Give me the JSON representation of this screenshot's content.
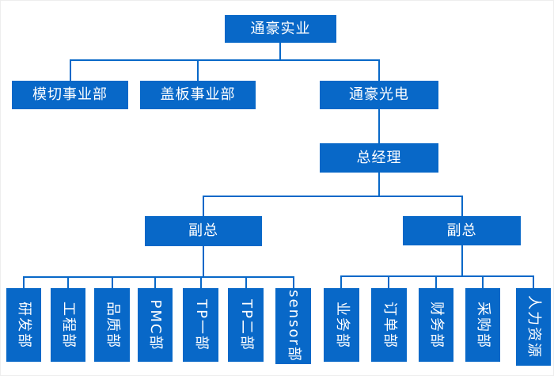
{
  "diagram": {
    "type": "org-chart",
    "background_color": "#ffffff",
    "node_fill_color": "#0868c8",
    "node_text_color": "#ffffff",
    "connector_color": "#0868c8",
    "nodes": {
      "root": "通豪实业",
      "die_cutting": "模切事业部",
      "cover_plate": "盖板事业部",
      "optoelectronics": "通豪光电",
      "general_manager": "总经理",
      "vp_left": "副总",
      "vp_right": "副总",
      "rd_dept": "研发部",
      "engineering_dept": "工程部",
      "quality_dept": "品质部",
      "pmc_dept": "PMC部",
      "tp1_dept": "TP一部",
      "tp2_dept": "TP二部",
      "sensor_dept": "sensor部",
      "business_dept": "业务部",
      "order_dept": "订单部",
      "finance_dept": "财务部",
      "purchasing_dept": "采购部",
      "hr_dept": "人力资源"
    },
    "edges": [
      [
        "通豪实业",
        "模切事业部"
      ],
      [
        "通豪实业",
        "盖板事业部"
      ],
      [
        "通豪实业",
        "通豪光电"
      ],
      [
        "通豪光电",
        "总经理"
      ],
      [
        "总经理",
        "副总(左)"
      ],
      [
        "总经理",
        "副总(右)"
      ],
      [
        "副总(左)",
        "研发部"
      ],
      [
        "副总(左)",
        "工程部"
      ],
      [
        "副总(左)",
        "品质部"
      ],
      [
        "副总(左)",
        "PMC部"
      ],
      [
        "副总(左)",
        "TP一部"
      ],
      [
        "副总(左)",
        "TP二部"
      ],
      [
        "副总(左)",
        "sensor部"
      ],
      [
        "副总(右)",
        "业务部"
      ],
      [
        "副总(右)",
        "订单部"
      ],
      [
        "副总(右)",
        "财务部"
      ],
      [
        "副总(右)",
        "采购部"
      ],
      [
        "副总(右)",
        "人力资源"
      ]
    ]
  }
}
